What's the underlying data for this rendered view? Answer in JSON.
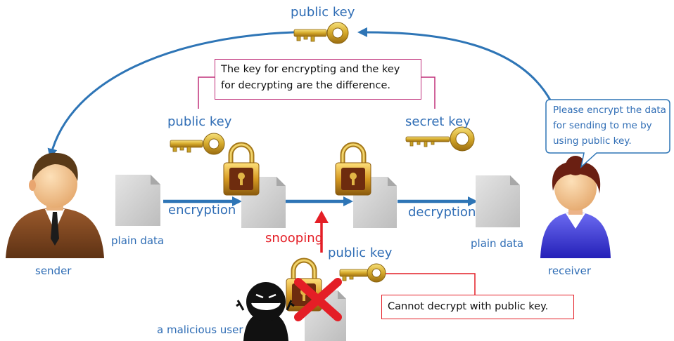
{
  "labels": {
    "public_key_top": "public key",
    "public_key_left": "public key",
    "secret_key": "secret key",
    "public_key_bottom": "public key",
    "encryption": "encryption",
    "decryption": "decryption",
    "snooping": "snooping",
    "plain_data_left": "plain data",
    "plain_data_right": "plain data",
    "sender": "sender",
    "receiver": "receiver",
    "malicious_user": "a malicious user"
  },
  "callouts": {
    "difference_line1": "The key for encrypting and the key",
    "difference_line2": "for decrypting are the difference.",
    "receiver_line1": "Please encrypt the data",
    "receiver_line2": "for sending to me by",
    "receiver_line3": "using public key.",
    "cannot_decrypt": "Cannot decrypt with public key."
  },
  "colors": {
    "flow_blue": "#2e75b6",
    "label_blue": "#2f6db5",
    "callout_pink": "#c0307a",
    "alert_red": "#e41e26",
    "gold": "#c9a227",
    "document_gray": "#d6d6d6"
  }
}
